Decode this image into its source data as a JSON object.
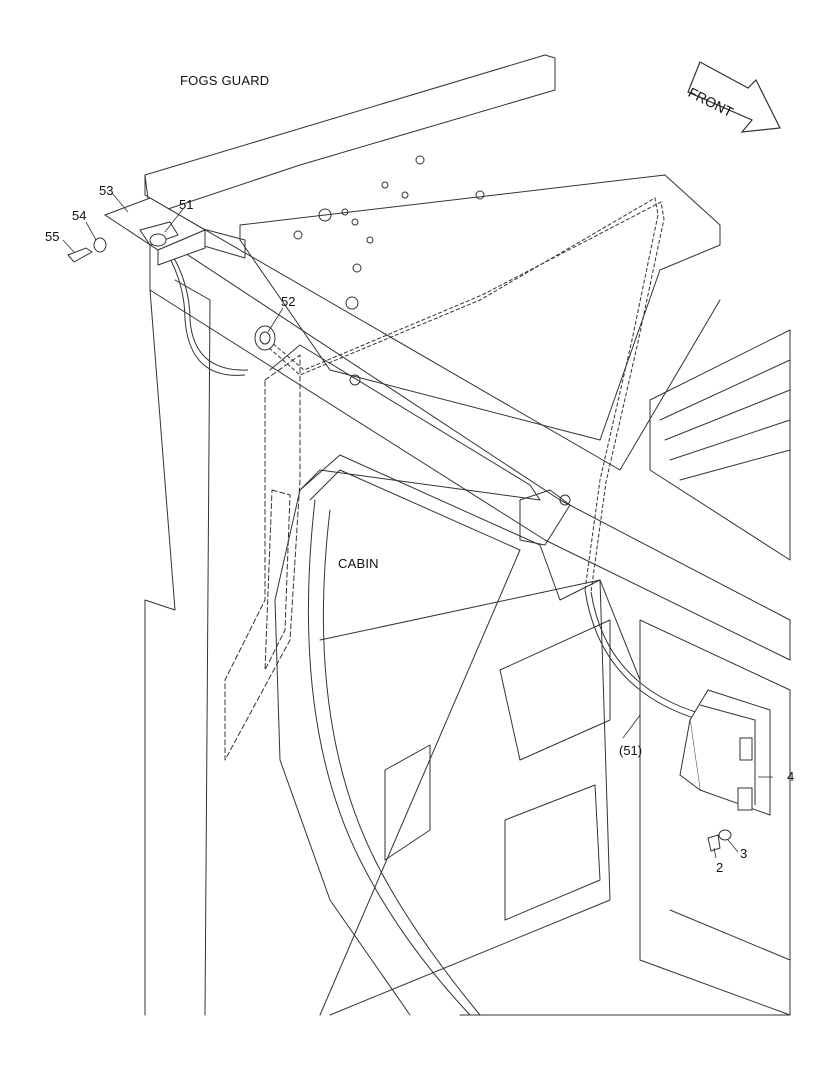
{
  "area_labels": {
    "fogs_guard": "FOGS GUARD",
    "cabin": "CABIN",
    "front": "FRONT"
  },
  "callouts": {
    "c53": "53",
    "c51": "51",
    "c54": "54",
    "c55": "55",
    "c52": "52",
    "c51_ref": "(51)",
    "c4": "4",
    "c3": "3",
    "c2": "2"
  },
  "colors": {
    "line": "#333333",
    "background": "#ffffff"
  }
}
